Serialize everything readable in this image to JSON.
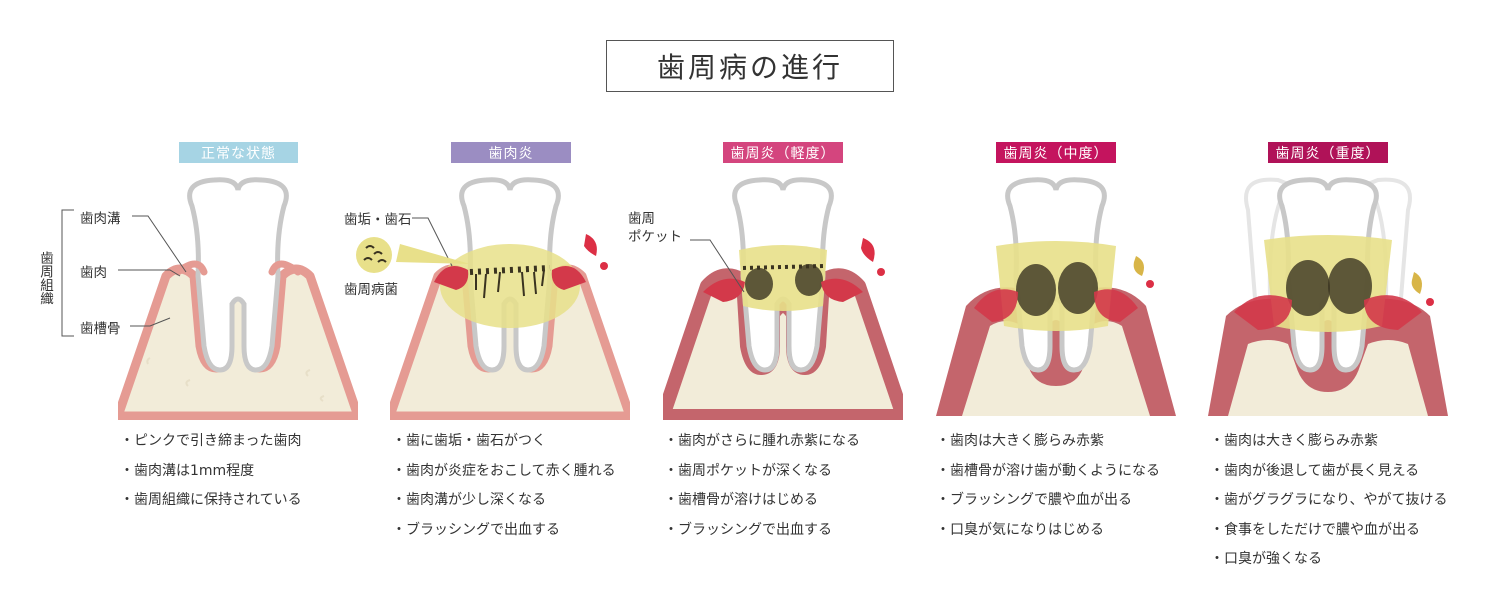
{
  "title": "歯周病の進行",
  "colors": {
    "gum_healthy": "#e59b93",
    "gum_inflamed": "#c4656c",
    "gum_deep": "#d3394a",
    "bone_fill": "#f2ecd9",
    "tooth_outline": "#c8c8c8",
    "plaque": "#e8e08a",
    "tartar": "#3a3320",
    "blood": "#dc2f45",
    "pus": "#d8b548"
  },
  "left_labels": {
    "group": "歯周組織",
    "sulcus": "歯肉溝",
    "gum": "歯肉",
    "bone": "歯槽骨"
  },
  "annotations": {
    "plaque_tartar": "歯垢・歯石",
    "bacteria": "歯周病菌",
    "pocket": "歯周\nポケット"
  },
  "stages": [
    {
      "label": "正常な状態",
      "label_color": "#a6d4e4",
      "bullets": [
        "ピンクで引き締まった歯肉",
        "歯肉溝は1mm程度",
        "歯周組織に保持されている"
      ]
    },
    {
      "label": "歯肉炎",
      "label_color": "#9b8dc2",
      "bullets": [
        "歯に歯垢・歯石がつく",
        "歯肉が炎症をおこして赤く腫れる",
        "歯肉溝が少し深くなる",
        "ブラッシングで出血する"
      ]
    },
    {
      "label": "歯周炎（軽度）",
      "label_color": "#d4457e",
      "bullets": [
        "歯肉がさらに腫れ赤紫になる",
        "歯周ポケットが深くなる",
        "歯槽骨が溶けはじめる",
        "ブラッシングで出血する"
      ]
    },
    {
      "label": "歯周炎（中度）",
      "label_color": "#c4145e",
      "bullets": [
        "歯肉は大きく膨らみ赤紫",
        "歯槽骨が溶け歯が動くようになる",
        "ブラッシングで膿や血が出る",
        "口臭が気になりはじめる"
      ]
    },
    {
      "label": "歯周炎（重度）",
      "label_color": "#b01258",
      "bullets": [
        "歯肉は大きく膨らみ赤紫",
        "歯肉が後退して歯が長く見える",
        "歯がグラグラになり、やがて抜ける",
        "食事をしただけで膿や血が出る",
        "口臭が強くなる"
      ]
    }
  ]
}
